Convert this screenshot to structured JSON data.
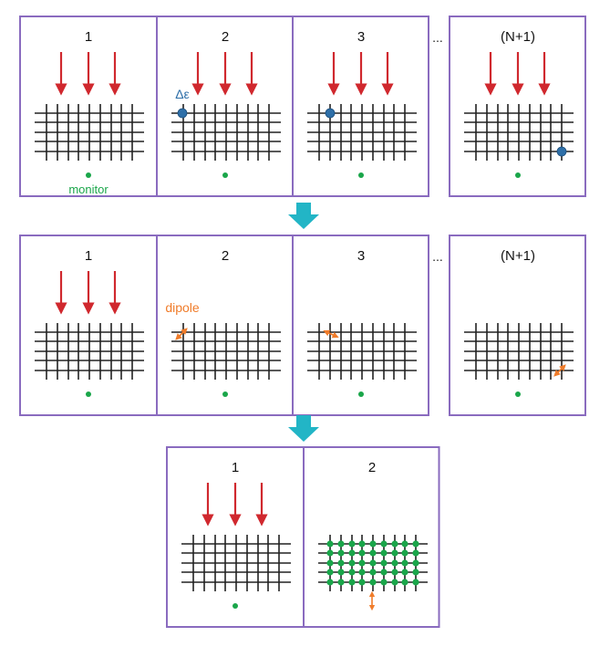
{
  "colors": {
    "frame": "#8a6bbf",
    "arrow": "#d0282e",
    "grid": "#222222",
    "monitor": "#1aa64a",
    "perturb": "#2e6fa8",
    "dipole": "#f07c2a",
    "flow": "#22b5c6"
  },
  "ellipsis": "...",
  "rows": [
    {
      "panels": [
        {
          "title": "1",
          "arrows": true,
          "marker": "none",
          "monitor_label": "monitor"
        },
        {
          "title": "2",
          "arrows": true,
          "marker": "perturb",
          "label": "Δε",
          "at": [
            0,
            0
          ]
        },
        {
          "title": "3",
          "arrows": true,
          "marker": "perturb",
          "at": [
            1,
            0
          ]
        },
        {
          "title": "(N+1)",
          "arrows": true,
          "marker": "perturb",
          "at": [
            8,
            4
          ]
        }
      ]
    },
    {
      "panels": [
        {
          "title": "1",
          "arrows": true,
          "marker": "none"
        },
        {
          "title": "2",
          "arrows": false,
          "marker": "dipole",
          "label": "dipole",
          "at": [
            0,
            0
          ],
          "angle": -45
        },
        {
          "title": "3",
          "arrows": false,
          "marker": "dipole",
          "at": [
            1,
            0
          ],
          "angle": 25
        },
        {
          "title": "(N+1)",
          "arrows": false,
          "marker": "dipole",
          "at": [
            8,
            4
          ],
          "angle": -45
        }
      ]
    },
    {
      "panels": [
        {
          "title": "1",
          "arrows": true,
          "marker": "none"
        },
        {
          "title": "2",
          "arrows": false,
          "marker": "all-dots"
        }
      ]
    }
  ]
}
